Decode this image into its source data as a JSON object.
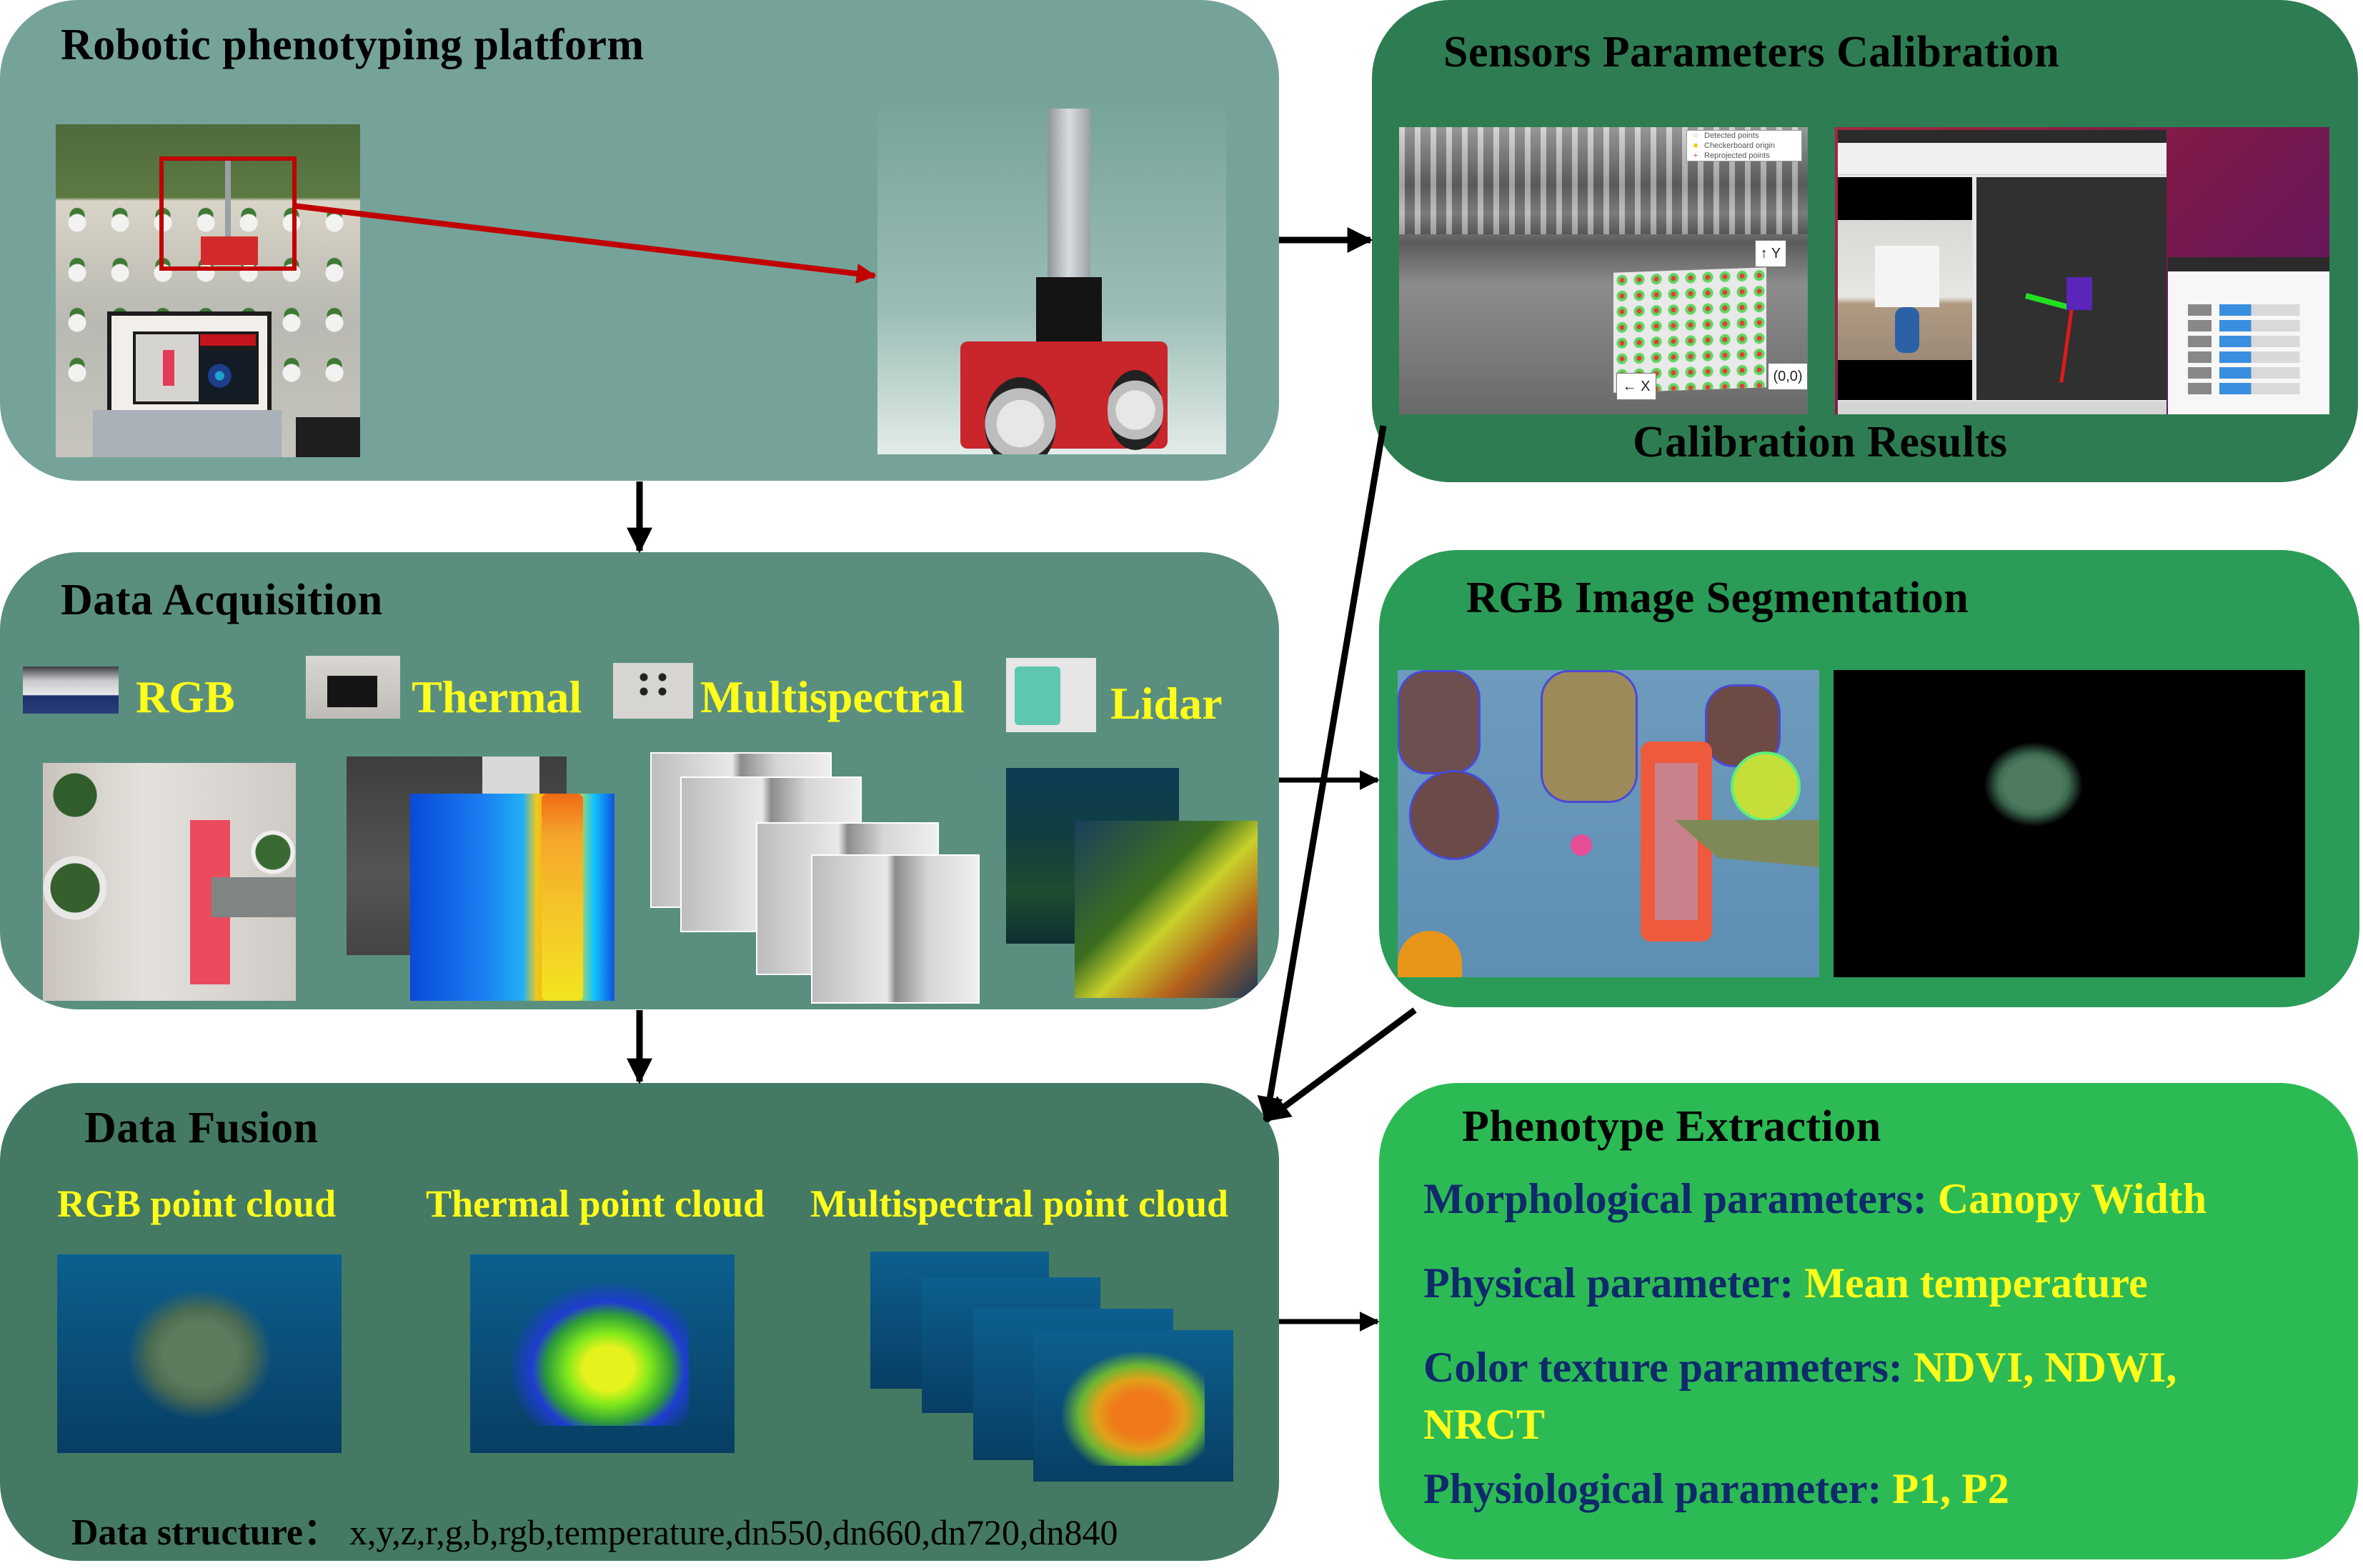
{
  "panels": {
    "robotic_platform": {
      "title": "Robotic phenotyping platform",
      "color": "#75a39a",
      "images": [
        "greenhouse-field-photo",
        "robot-render"
      ]
    },
    "sensors_calibration": {
      "title": "Sensors Parameters Calibration",
      "subtitle": "Calibration Results",
      "color": "#2e7d52",
      "legend": [
        "Detected points",
        "Checkerboard origin",
        "Reprojected points"
      ],
      "axis_tags": {
        "y": "↑ Y",
        "x": "← X",
        "origin": "(0,0)"
      }
    },
    "data_acquisition": {
      "title": "Data Acquisition",
      "color": "#5a8f80",
      "sensors": [
        {
          "label": "RGB",
          "icon": "rgb-camera-icon"
        },
        {
          "label": "Thermal",
          "icon": "thermal-camera-icon"
        },
        {
          "label": "Multispectral",
          "icon": "multispectral-camera-icon"
        },
        {
          "label": "Lidar",
          "icon": "lidar-icon"
        }
      ]
    },
    "rgb_segmentation": {
      "title": "RGB Image Segmentation",
      "color": "#2b9b58"
    },
    "data_fusion": {
      "title": "Data Fusion",
      "color": "#447a63",
      "clouds": [
        "RGB point cloud",
        "Thermal point cloud",
        "Multispectral point cloud"
      ],
      "structure_label": "Data structure：",
      "structure_value": "x,y,z,r,g,b,rgb,temperature,dn550,dn660,dn720,dn840"
    },
    "phenotype_extraction": {
      "title": "Phenotype Extraction",
      "color": "#2cba55",
      "rows": [
        {
          "label": "Morphological parameters:",
          "value": "Canopy Width"
        },
        {
          "label": "Physical parameter:",
          "value": "Mean temperature"
        },
        {
          "label": "Color texture parameters:",
          "value": "NDVI, NDWI,"
        },
        {
          "label": "",
          "value": "NRCT"
        },
        {
          "label": "Physiological parameter:",
          "value": "P1, P2"
        }
      ]
    }
  },
  "colors": {
    "highlight_yellow": "#ffff1a",
    "label_navy": "#0f2a6b",
    "arrow": "#000000",
    "highlight_red": "#c00000"
  }
}
